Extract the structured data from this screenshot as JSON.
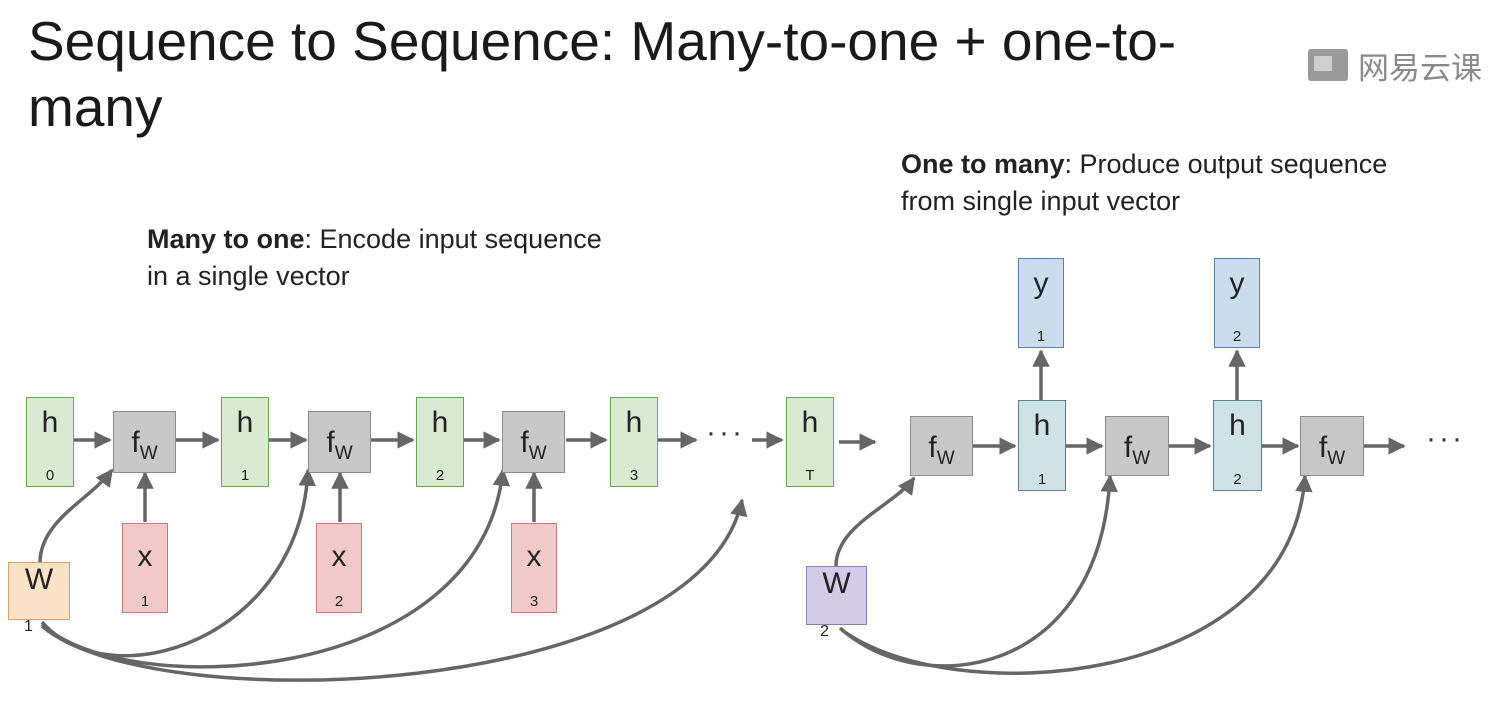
{
  "slide": {
    "title": "Sequence to Sequence: Many-to-one + one-to-many",
    "watermark": "网易云课"
  },
  "left_caption": {
    "bold": "Many to one",
    "rest": ": Encode input sequence in a single vector"
  },
  "right_caption": {
    "bold": "One to many",
    "rest": ": Produce output sequence from single input vector"
  },
  "encoder": {
    "hidden": [
      {
        "main": "h",
        "sub": "0"
      },
      {
        "main": "h",
        "sub": "1"
      },
      {
        "main": "h",
        "sub": "2"
      },
      {
        "main": "h",
        "sub": "3"
      },
      {
        "main": "h",
        "sub": "T"
      }
    ],
    "cells": [
      {
        "main": "f",
        "sub": "W"
      },
      {
        "main": "f",
        "sub": "W"
      },
      {
        "main": "f",
        "sub": "W"
      }
    ],
    "inputs": [
      {
        "main": "x",
        "sub": "1"
      },
      {
        "main": "x",
        "sub": "2"
      },
      {
        "main": "x",
        "sub": "3"
      }
    ],
    "weight": {
      "main": "W",
      "sub": "1"
    },
    "ellipsis": "···"
  },
  "decoder": {
    "cells": [
      {
        "main": "f",
        "sub": "W"
      },
      {
        "main": "f",
        "sub": "W"
      },
      {
        "main": "f",
        "sub": "W"
      }
    ],
    "hidden": [
      {
        "main": "h",
        "sub": "1"
      },
      {
        "main": "h",
        "sub": "2"
      }
    ],
    "outputs": [
      {
        "main": "y",
        "sub": "1"
      },
      {
        "main": "y",
        "sub": "2"
      }
    ],
    "weight": {
      "main": "W",
      "sub": "2"
    },
    "ellipsis": "···"
  },
  "colors": {
    "hidden_fill": "#d9ead3",
    "cell_fill": "#c8c8c8",
    "input_fill": "#f2c9c9",
    "output_fill": "#c9ddef",
    "weight1_fill": "#fbe3c7",
    "weight2_fill": "#d3cce8",
    "arrow": "#666666"
  }
}
